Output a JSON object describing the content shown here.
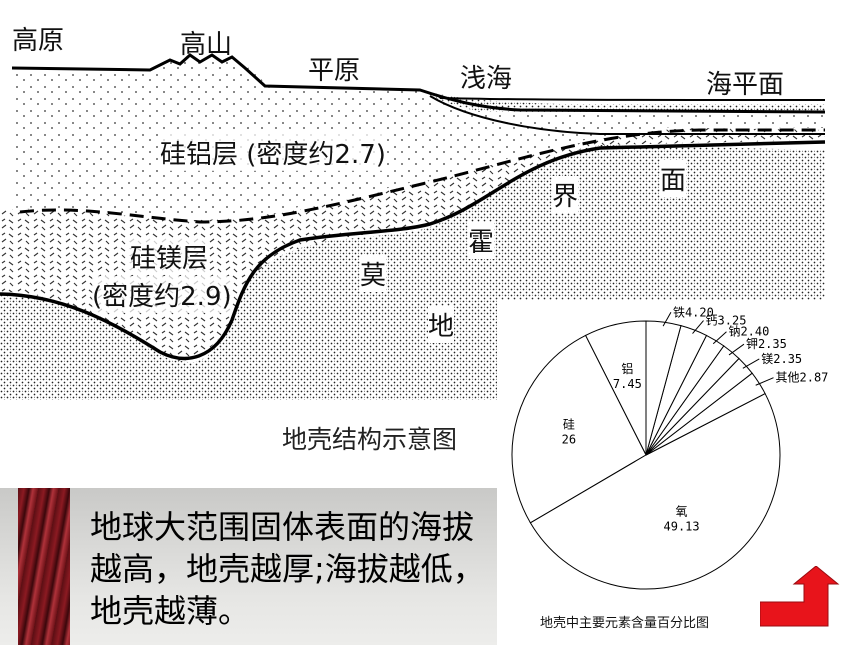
{
  "diagram": {
    "landforms": {
      "plateau": "高原",
      "mountain": "高山",
      "plain": "平原",
      "shallow_sea": "浅海",
      "sea_level": "海平面"
    },
    "layers": {
      "sial": "硅铝层 (密度约2.7)",
      "sima_name": "硅镁层",
      "sima_density": "(密度约2.9)"
    },
    "moho": [
      "莫",
      "霍",
      "界",
      "面"
    ],
    "mantle": "地",
    "caption": "地壳结构示意图"
  },
  "banner": {
    "text": "地球大范围固体表面的海拔越高，地壳越厚;海拔越低，地壳越薄。"
  },
  "chart_data": {
    "type": "pie",
    "title": "地壳中主要元素含量百分比图",
    "slices": [
      {
        "name": "铝",
        "value": 7.45
      },
      {
        "name": "硅",
        "value": 26
      },
      {
        "name": "氧",
        "value": 49.13
      },
      {
        "name": "其他",
        "value": 2.87
      },
      {
        "name": "镁",
        "value": 2.35
      },
      {
        "name": "钾",
        "value": 2.35
      },
      {
        "name": "钠",
        "value": 2.4
      },
      {
        "name": "钙",
        "value": 3.25
      },
      {
        "name": "铁",
        "value": 4.2
      }
    ],
    "value_labels": [
      "7.45",
      "26",
      "49.13",
      "2.87",
      "2.35",
      "2.35",
      "2.40",
      "3.25",
      "4.20"
    ],
    "colors": {
      "fill": "#ffffff",
      "stroke": "#000000"
    }
  },
  "nav": {
    "icon": "return-arrow-icon",
    "color": "#e8141b"
  }
}
